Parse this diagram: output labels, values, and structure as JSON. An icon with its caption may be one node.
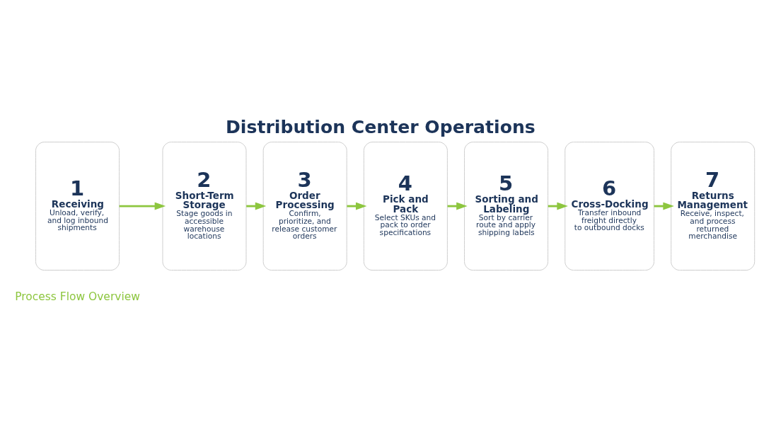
{
  "diagram": {
    "title": "Distribution Center Operations",
    "nodes": [
      {
        "text": [
          "1",
          "Receiving",
          "Unload, verify, and log inbound shipments"
        ]
      },
      {
        "text": [
          "2",
          "Short-Term Storage",
          "Stage goods in accessible warehouse locations"
        ]
      },
      {
        "text": [
          "3",
          "Order Processing",
          "Confirm, prioritize, and release customer orders"
        ]
      },
      {
        "text": [
          "4",
          "Pick and Pack",
          "Select SKUs and pack to order specifications"
        ]
      },
      {
        "text": [
          "5",
          "Sorting and Labeling",
          "Sort by carrier route and apply shipping labels"
        ]
      },
      {
        "text": [
          "6",
          "Cross-Docking",
          "Transfer inbound freight directly to outbound docks"
        ]
      },
      {
        "text": [
          "7",
          "Returns Management",
          "Receive, inspect, and process returned merchandise"
        ]
      }
    ],
    "edges": [
      {
        "from": 0,
        "to": 1,
        "arrow": "to"
      },
      {
        "from": 1,
        "to": 2,
        "arrow": "to"
      },
      {
        "from": 2,
        "to": 3,
        "arrow": "to"
      },
      {
        "from": 3,
        "to": 4,
        "arrow": "to"
      },
      {
        "from": 4,
        "to": 5,
        "arrow": "to"
      },
      {
        "from": 5,
        "to": 6,
        "arrow": "to"
      }
    ],
    "labels": [
      "Process Flow Overview"
    ]
  }
}
